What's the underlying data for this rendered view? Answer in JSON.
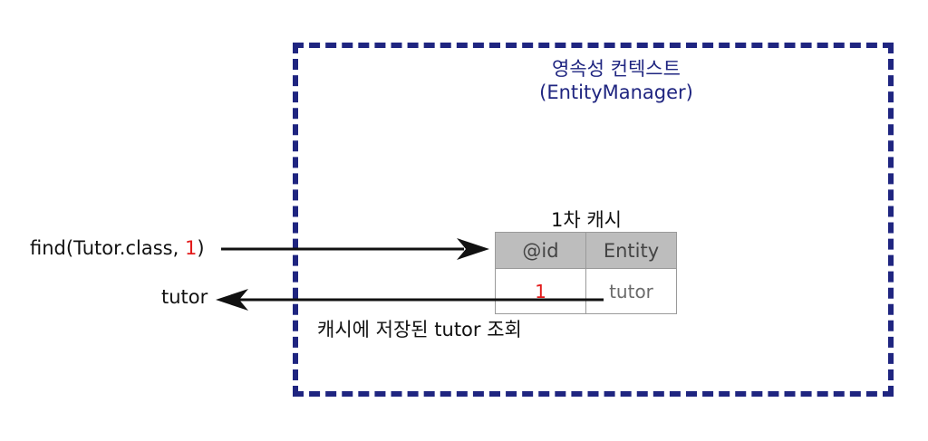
{
  "persistence_context": {
    "title": "영속성 컨텍스트",
    "subtitle": "(EntityManager)",
    "border_color": "#1f2580"
  },
  "cache": {
    "title": "1차 캐시",
    "columns": [
      "@id",
      "Entity"
    ],
    "rows": [
      {
        "id": "1",
        "entity": "tutor"
      }
    ],
    "header_color": "#bdbdbd"
  },
  "request": {
    "call_prefix": "find(Tutor.class, ",
    "call_arg": "1",
    "call_suffix": ")"
  },
  "response": {
    "label": "tutor",
    "note": "캐시에 저장된 tutor 조회"
  },
  "colors": {
    "highlight": "#e31b1b",
    "arrow": "#111111"
  }
}
